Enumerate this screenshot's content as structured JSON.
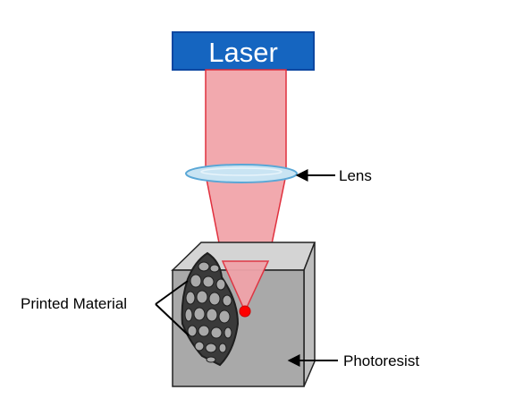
{
  "labels": {
    "laser": "Laser",
    "lens": "Lens",
    "printed_material": "Printed Material",
    "photoresist": "Photoresist"
  },
  "colors": {
    "laser_box_fill": "#1565C0",
    "laser_box_stroke": "#0D47A1",
    "beam_fill": "#F2A9AE",
    "beam_stroke": "#E0303E",
    "lens_fill": "#C9E4F3",
    "lens_stroke": "#5AA7D6",
    "cube_front": "#A9A9A9",
    "cube_top": "#D4D4D4",
    "cube_side": "#BDBDBD",
    "focal_point": "#FF0000",
    "lattice": "#2E2E2E"
  }
}
